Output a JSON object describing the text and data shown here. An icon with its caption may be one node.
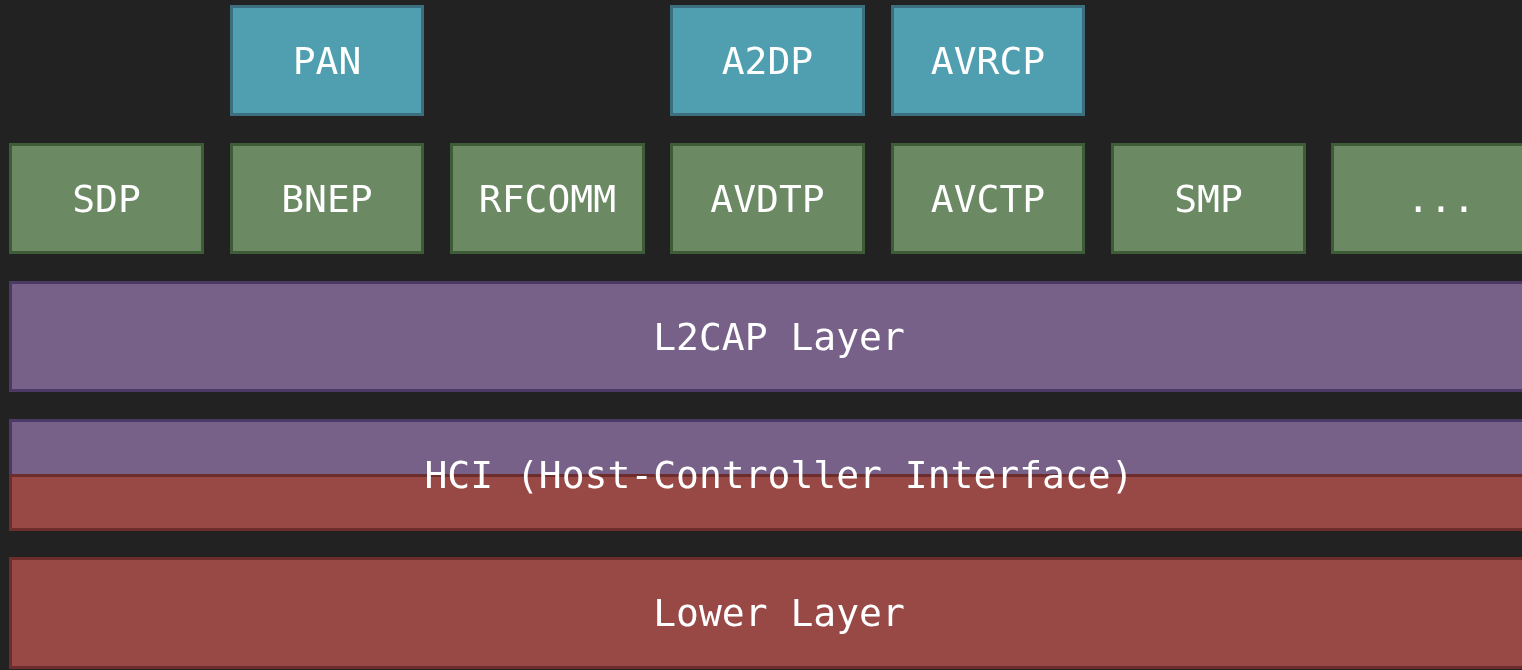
{
  "diagram": {
    "nodes": [
      {
        "text": [
          "PAN"
        ]
      },
      {
        "text": [
          "A2DP"
        ]
      },
      {
        "text": [
          "AVRCP"
        ]
      },
      {
        "text": [
          "SDP"
        ]
      },
      {
        "text": [
          "BNEP"
        ]
      },
      {
        "text": [
          "RFCOMM"
        ]
      },
      {
        "text": [
          "AVDTP"
        ]
      },
      {
        "text": [
          "AVCTP"
        ]
      },
      {
        "text": [
          "SMP"
        ]
      },
      {
        "text": [
          "..."
        ]
      },
      {
        "text": [
          "L2CAP Layer"
        ]
      },
      {
        "text": [
          "HCI (Host-Controller Interface)"
        ]
      },
      {
        "text": [
          "Lower Layer"
        ]
      }
    ]
  }
}
